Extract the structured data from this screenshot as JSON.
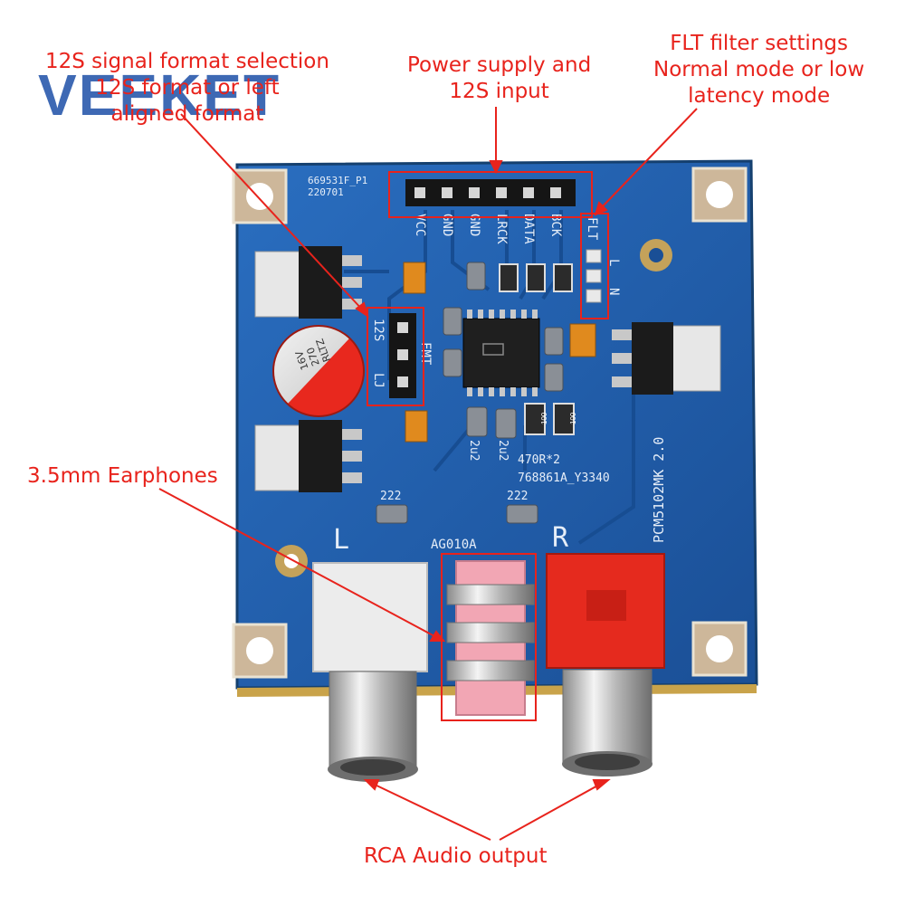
{
  "brand": {
    "logo_text": "VEEKET"
  },
  "callouts": {
    "fmt_select": {
      "line1": "12S signal format selection",
      "line2": "12S format or left",
      "line3": "aligned format"
    },
    "power_input": {
      "line1": "Power supply and",
      "line2": "12S input"
    },
    "flt_filter": {
      "line1": "FLT filter settings",
      "line2": "Normal mode or low",
      "line3": "latency mode"
    },
    "earphones": {
      "label": "3.5mm Earphones"
    },
    "rca_output": {
      "label": "RCA Audio output"
    }
  },
  "board": {
    "batch_code": "669531F_P1",
    "date_code": "220701",
    "model": "PCM5102MK 2.0",
    "chip_code": "768861A_Y3340",
    "resistor_label": "470R*2",
    "jack_label": "AG010A",
    "left_channel": "L",
    "right_channel": "R",
    "header_pins": [
      "VCC",
      "GND",
      "GND",
      "LRCK",
      "DATA",
      "BCK"
    ],
    "flt_label": "FLT",
    "flt_options": [
      "L",
      "N"
    ],
    "fmt_label": "FMT",
    "fmt_options": [
      "12S",
      "LJ"
    ],
    "cap_labels": [
      "2u2",
      "2u2",
      "222",
      "222"
    ],
    "electrolytic_cap": {
      "brand": "RLTZ",
      "value": "270",
      "voltage": "16V"
    },
    "smd_codes": [
      "100",
      "100"
    ]
  },
  "colors": {
    "callout_red": "#e8231c",
    "pcb_blue": "#1f5fae",
    "rca_red": "#e52a1e",
    "rca_white": "#eeeeee",
    "jack_pink": "#f2a6b4"
  }
}
